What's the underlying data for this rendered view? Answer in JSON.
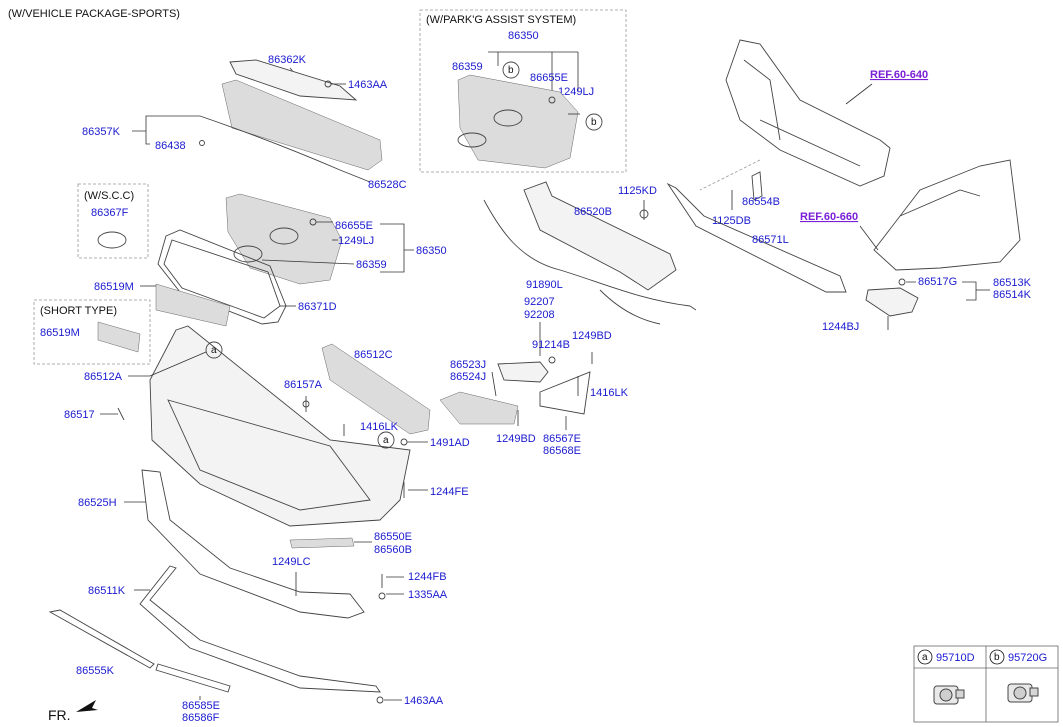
{
  "notes": {
    "sports": "(W/VEHICLE PACKAGE-SPORTS)",
    "parking": "(W/PARK'G ASSIST SYSTEM)",
    "scc": "(W/S.C.C)",
    "short": "(SHORT TYPE)",
    "front": "FR."
  },
  "refs": {
    "r1": "REF.60-640",
    "r2": "REF.60-660"
  },
  "circles": {
    "a": "a",
    "b": "b"
  },
  "legend": {
    "a_num": "95710D",
    "b_num": "95720G"
  },
  "parts": {
    "p86362K": "86362K",
    "p1463AA_top": "1463AA",
    "p86357K": "86357K",
    "p86438": "86438",
    "p86528C": "86528C",
    "p86367F": "86367F",
    "p86655E": "86655E",
    "p1249LJ": "1249LJ",
    "p86350": "86350",
    "p86359": "86359",
    "p86519M": "86519M",
    "p86371D": "86371D",
    "p86519M_s": "86519M",
    "p86512A": "86512A",
    "p86517": "86517",
    "p86157A": "86157A",
    "p86512C": "86512C",
    "p1416LK_a": "1416LK",
    "p1491AD": "1491AD",
    "p1244FE": "1244FE",
    "p86525H": "86525H",
    "p86550E": "86550E",
    "p86560B": "86560B",
    "p1249LC": "1249LC",
    "p1244FB": "1244FB",
    "p1335AA": "1335AA",
    "p86511K": "86511K",
    "p86555K": "86555K",
    "p86585E": "86585E",
    "p86586F": "86586F",
    "p1463AA_bot": "1463AA",
    "pp86350": "86350",
    "pp86359": "86359",
    "pp86655E": "86655E",
    "pp1249LJ": "1249LJ",
    "p86520B": "86520B",
    "p91890L": "91890L",
    "p92207": "92207",
    "p92208": "92208",
    "p91214B": "91214B",
    "p86523J": "86523J",
    "p86524J": "86524J",
    "p1249BD_a": "1249BD",
    "p1416LK_b": "1416LK",
    "p1249BD_b": "1249BD",
    "p86567E": "86567E",
    "p86568E": "86568E",
    "p1125KD": "1125KD",
    "p86554B": "86554B",
    "p1125DB": "1125DB",
    "p86571L": "86571L",
    "p86517G": "86517G",
    "p86513K": "86513K",
    "p86514K": "86514K",
    "p1244BJ": "1244BJ"
  }
}
